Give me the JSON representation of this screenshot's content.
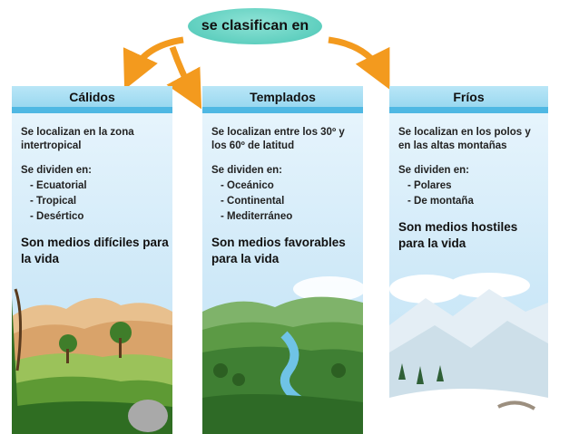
{
  "connector": {
    "label": "se clasifican en"
  },
  "columns": [
    {
      "title": "Cálidos",
      "location": "Se localizan en la zona intertropical",
      "divide_title": "Se dividen en:",
      "items": [
        "- Ecuatorial",
        "- Tropical",
        "- Desértico"
      ],
      "summary": "Son medios difíciles para la vida"
    },
    {
      "title": "Templados",
      "location": "Se localizan entre los 30º y los 60º de latitud",
      "divide_title": "Se dividen en:",
      "items": [
        "- Oceánico",
        "- Continental",
        "- Mediterráneo"
      ],
      "summary": "Son medios favorables para la vida"
    },
    {
      "title": "Fríos",
      "location": "Se localizan en los polos y en las altas montañas",
      "divide_title": "Se dividen en:",
      "items": [
        "- Polares",
        "- De montaña"
      ],
      "summary": "Son medios hostiles para la vida"
    }
  ],
  "colors": {
    "connector": "#5fcfbf",
    "arrow": "#f39a1e",
    "header": "#9ad8f0",
    "header_bar": "#4fb8e3",
    "panel": "#cfe9f8"
  },
  "icons": [
    "jungle-scene-icon",
    "temperate-valley-scene-icon",
    "snowy-mountain-scene-icon",
    "orange-arrow-icon"
  ]
}
